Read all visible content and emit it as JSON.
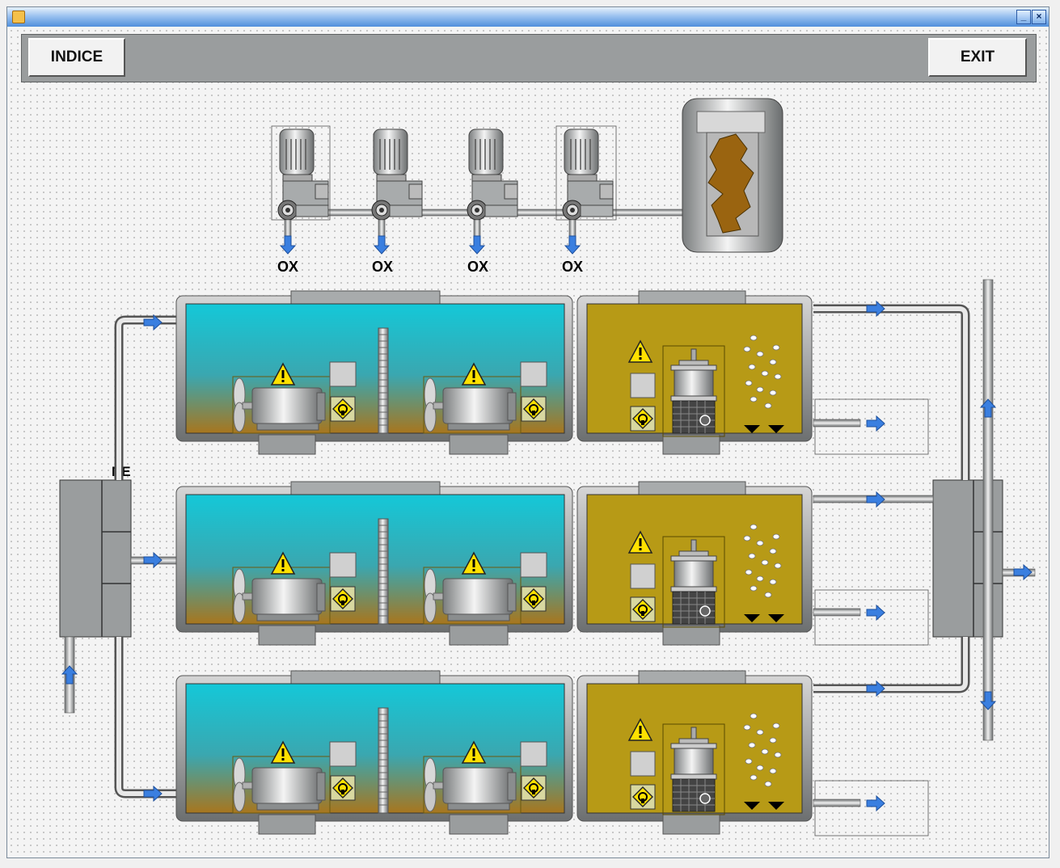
{
  "toolbar": {
    "indice_label": "INDICE",
    "exit_label": "EXIT"
  },
  "dosing_pumps": [
    {
      "label": "OX"
    },
    {
      "label": "OX"
    },
    {
      "label": "OX"
    },
    {
      "label": "OX"
    }
  ],
  "inlet_manifold": {
    "label": "NE"
  },
  "colors": {
    "tank_water_top": "#17c4d6",
    "tank_water_bottom": "#a8761e",
    "clarifier": "#b79a16",
    "pipe": "#9a9d9e",
    "flow_arrow": "#3a7fe0",
    "warning": "#ffe100"
  },
  "icons": [
    "warning-icon",
    "instrument-icon",
    "flow-arrow-icon",
    "mixer-icon",
    "pump-icon",
    "storage-tank-icon"
  ]
}
